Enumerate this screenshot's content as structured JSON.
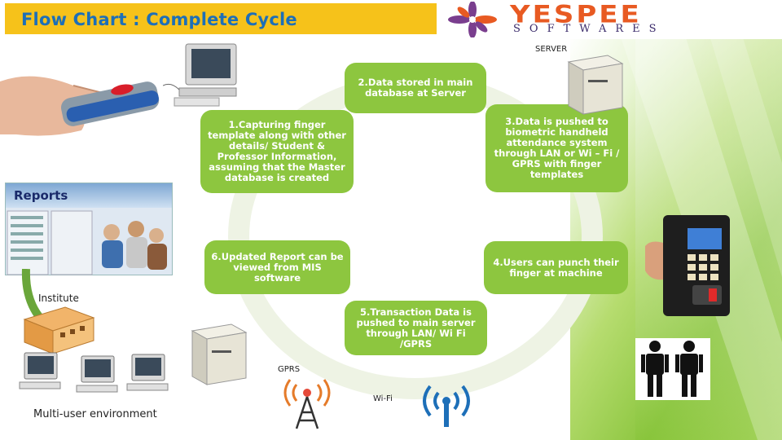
{
  "header": {
    "title": "Flow Chart : Complete Cycle"
  },
  "logo": {
    "word": "YESPEE",
    "subtitle": "SOFTWARES"
  },
  "steps": [
    {
      "text": "1.Capturing finger template along with other details/ Student & Professor Information, assuming that the Master database is created"
    },
    {
      "text": "2.Data stored in main database at Server"
    },
    {
      "text": "3.Data is pushed to biometric handheld attendance system through LAN or Wi – Fi / GPRS with finger templates"
    },
    {
      "text": "4.Users can punch their finger at machine"
    },
    {
      "text": "5.Transaction Data is pushed to main server through LAN/ Wi Fi /GPRS"
    },
    {
      "text": "6.Updated Report can be viewed from MIS software"
    }
  ],
  "labels": {
    "server": "SERVER",
    "reports": "Reports",
    "institute": "Institute",
    "multi_user": "Multi-user environment",
    "gprs": "GPRS",
    "wifi": "Wi-Fi"
  },
  "colors": {
    "step_fill": "#8dc63f",
    "title_bar": "#f6c21a",
    "title_text": "#1d6fb8",
    "logo_orange": "#e85a22",
    "logo_purple": "#7a3e8e"
  }
}
